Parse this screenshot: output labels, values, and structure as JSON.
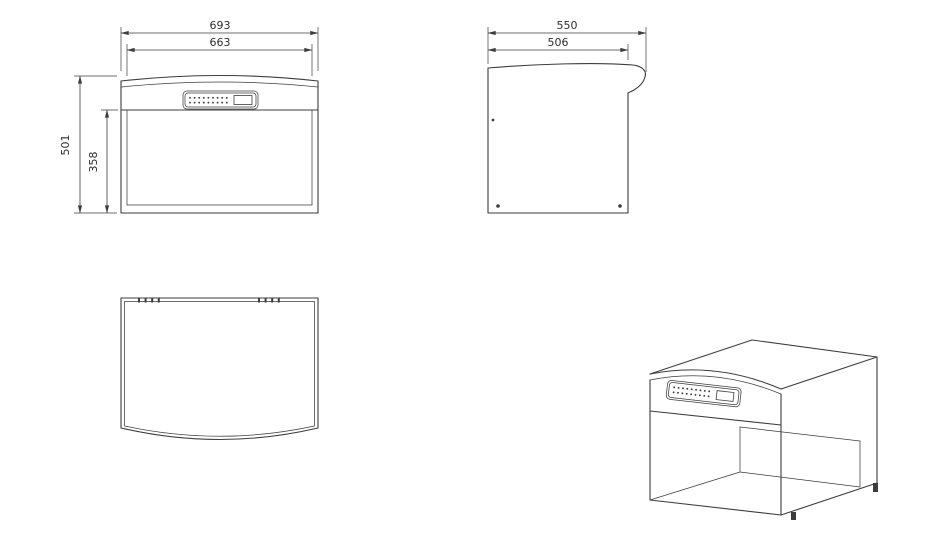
{
  "drawing": {
    "subject": "color-assessment-cabinet-orthographic-drawing",
    "views": {
      "front": {
        "dimensions": {
          "outer_width": "693",
          "inner_width": "663",
          "overall_height": "501",
          "opening_height": "358"
        }
      },
      "side": {
        "dimensions": {
          "overall_depth": "550",
          "body_depth": "506"
        }
      }
    },
    "colors": {
      "line": "#3d3d3d",
      "background": "#ffffff"
    }
  }
}
